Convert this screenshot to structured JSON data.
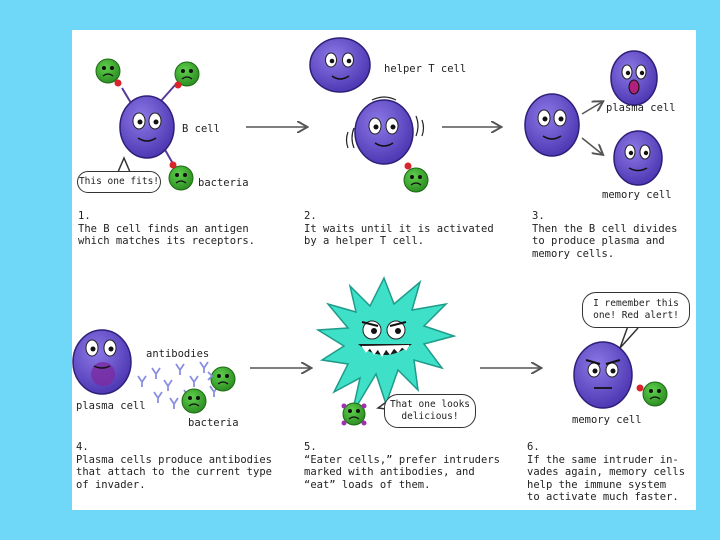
{
  "labels": {
    "b_cell": "B cell",
    "bacteria_1": "bacteria",
    "helper_t": "helper T cell",
    "plasma_cell_1": "plasma cell",
    "memory_cell_1": "memory cell",
    "antibodies": "antibodies",
    "plasma_cell_2": "plasma cell",
    "bacteria_2": "bacteria",
    "memory_cell_2": "memory cell"
  },
  "bubbles": {
    "fits": "This one fits!",
    "delicious": [
      "That one looks",
      "delicious!"
    ],
    "remember": [
      "I remember this",
      "one! Red alert!"
    ]
  },
  "steps": [
    {
      "lines": [
        "1.",
        "The B cell finds an antigen",
        "which matches its receptors."
      ]
    },
    {
      "lines": [
        "2.",
        "It waits until it is activated",
        "by a helper T cell."
      ]
    },
    {
      "lines": [
        "3.",
        "Then the B cell divides",
        "to produce plasma and",
        "memory cells."
      ]
    },
    {
      "lines": [
        "4.",
        "Plasma cells produce antibodies",
        "that attach to the current type",
        "of invader."
      ]
    },
    {
      "lines": [
        "5.",
        "“Eater cells,” prefer intruders",
        "marked with antibodies, and",
        "“eat” loads of them."
      ]
    },
    {
      "lines": [
        "6.",
        "If the same intruder in-",
        "vades again, memory cells",
        "help the immune system",
        "to activate much faster."
      ]
    }
  ],
  "colors": {
    "background": "#6fd8f8",
    "cell": "#6a4fc9",
    "bacteria": "#3cae2e",
    "eater": "#3ee0c8"
  }
}
